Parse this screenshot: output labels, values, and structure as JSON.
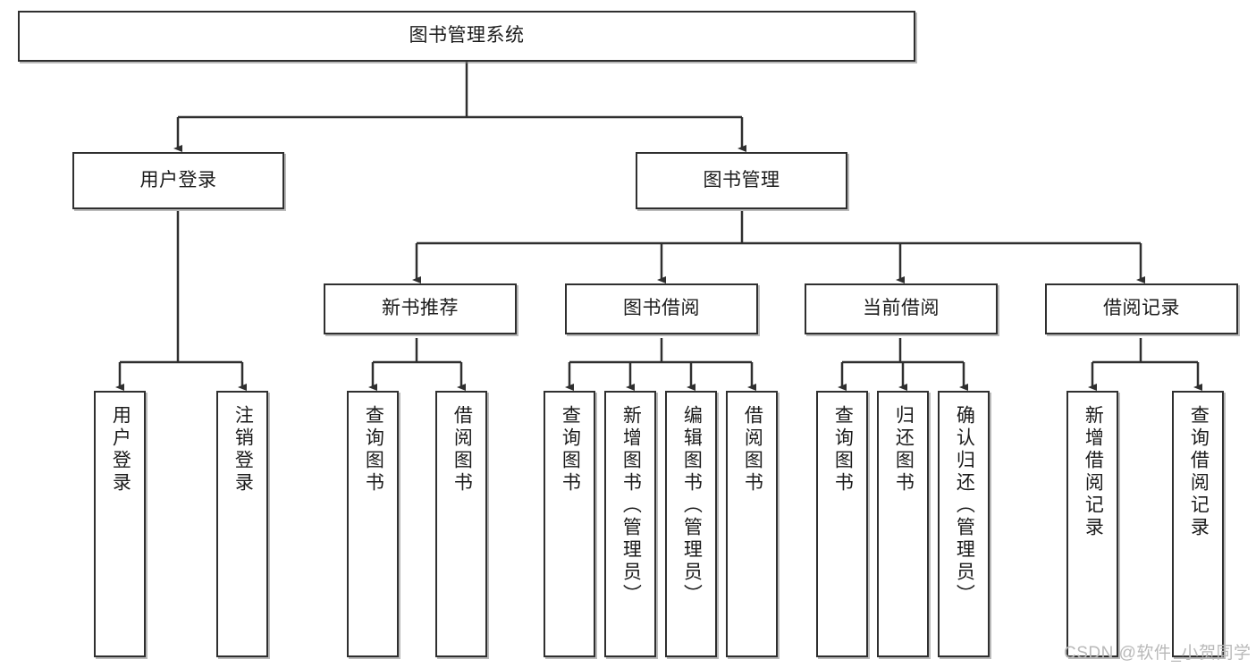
{
  "diagram": {
    "title_node": {
      "label": "图书管理系统"
    },
    "level2": [
      {
        "id": "user-login",
        "label": "用户登录"
      },
      {
        "id": "book-management",
        "label": "图书管理"
      }
    ],
    "level3": [
      {
        "id": "new-book-recommend",
        "label": "新书推荐"
      },
      {
        "id": "book-borrow",
        "label": "图书借阅"
      },
      {
        "id": "current-borrow",
        "label": "当前借阅"
      },
      {
        "id": "borrow-record",
        "label": "借阅记录"
      }
    ],
    "leaves": [
      {
        "id": "leaf-user-login",
        "label": "用户登录",
        "parent": "user-login"
      },
      {
        "id": "leaf-logout-login",
        "label": "注销登录",
        "parent": "user-login"
      },
      {
        "id": "leaf-query-book-1",
        "label": "查询图书",
        "parent": "new-book-recommend"
      },
      {
        "id": "leaf-borrow-book-1",
        "label": "借阅图书",
        "parent": "new-book-recommend"
      },
      {
        "id": "leaf-query-book-2",
        "label": "查询图书",
        "parent": "book-borrow"
      },
      {
        "id": "leaf-add-book",
        "label": "新增图书（管理员）",
        "parent": "book-borrow"
      },
      {
        "id": "leaf-edit-book",
        "label": "编辑图书（管理员）",
        "parent": "book-borrow"
      },
      {
        "id": "leaf-borrow-book-2",
        "label": "借阅图书",
        "parent": "book-borrow"
      },
      {
        "id": "leaf-query-book-3",
        "label": "查询图书",
        "parent": "current-borrow"
      },
      {
        "id": "leaf-return-book",
        "label": "归还图书",
        "parent": "current-borrow"
      },
      {
        "id": "leaf-confirm-return",
        "label": "确认归还（管理员）",
        "parent": "current-borrow"
      },
      {
        "id": "leaf-add-record",
        "label": "新增借阅记录",
        "parent": "borrow-record"
      },
      {
        "id": "leaf-query-record",
        "label": "查询借阅记录",
        "parent": "borrow-record"
      }
    ]
  },
  "watermark": {
    "text": "CSDN @软件_小贺同学"
  },
  "colors": {
    "stroke": "#2f2f2f",
    "node_fill": "#ffffff",
    "text": "#1b1b1b",
    "watermark": "#b9b9b9",
    "background": "#ffffff"
  }
}
